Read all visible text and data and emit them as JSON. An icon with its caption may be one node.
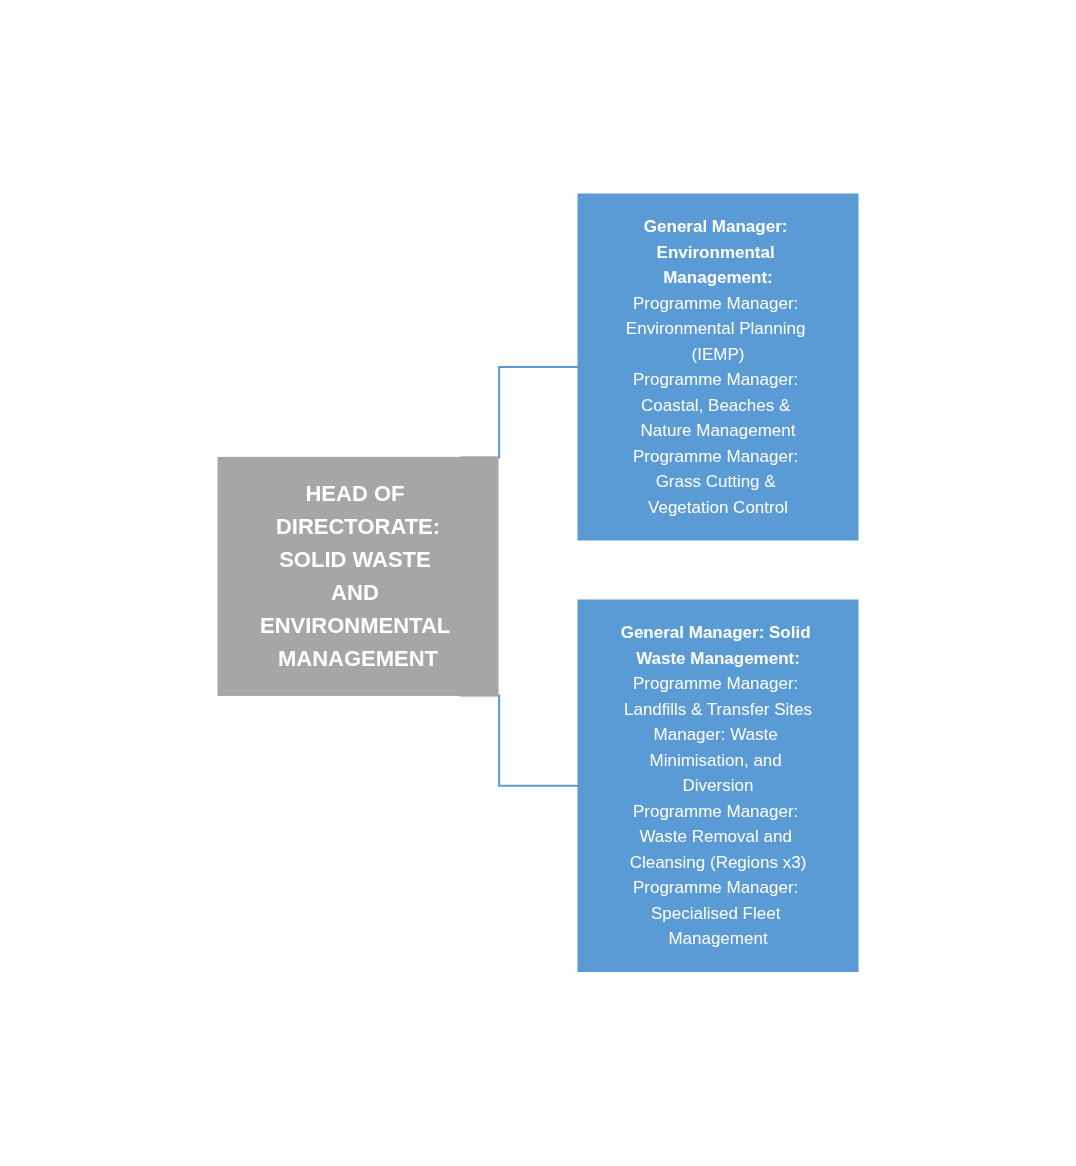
{
  "diagram": {
    "nodes": [
      {
        "text": [
          "HEAD OF DIRECTORATE:",
          "SOLID WASTE AND ENVIRONMENTAL MANAGEMENT"
        ]
      },
      {
        "text": [
          "General Manager: Environmental Management:",
          "Programme Manager: Environmental Planning (IEMP)",
          "Programme Manager: Coastal, Beaches & Nature Management",
          "Programme Manager: Grass Cutting & Vegetation Control"
        ]
      },
      {
        "text": [
          "General Manager: Solid Waste Management:",
          "Programme Manager: Landfills & Transfer Sites",
          "Manager: Waste Minimisation, and Diversion",
          "Programme Manager: Waste Removal and Cleansing (Regions x3)",
          "Programme Manager: Specialised Fleet Management"
        ]
      }
    ],
    "edges": [
      {
        "from": 0,
        "to": 1,
        "arrow": "none"
      },
      {
        "from": 0,
        "to": 2,
        "arrow": "none"
      }
    ]
  }
}
